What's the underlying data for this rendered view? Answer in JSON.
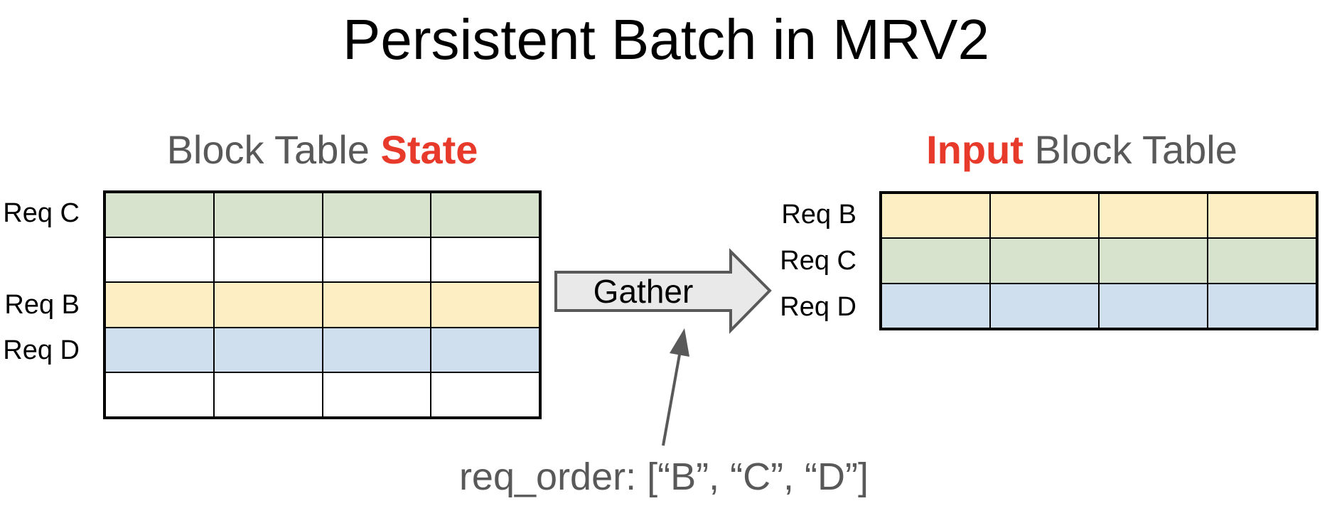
{
  "page_title": "Persistent Batch in MRV2",
  "left_panel": {
    "title_normal": "Block Table ",
    "title_accent": "State",
    "table": {
      "cols": 4,
      "rows": [
        {
          "label": "Req C",
          "color": "green"
        },
        {
          "label": "",
          "color": "white"
        },
        {
          "label": "Req B",
          "color": "yellow"
        },
        {
          "label": "Req D",
          "color": "blue"
        },
        {
          "label": "",
          "color": "white"
        }
      ]
    }
  },
  "gather_arrow": {
    "label": "Gather"
  },
  "right_panel": {
    "title_accent": "Input",
    "title_normal": " Block Table",
    "table": {
      "cols": 4,
      "rows": [
        {
          "label": "Req B",
          "color": "yellow"
        },
        {
          "label": "Req C",
          "color": "green"
        },
        {
          "label": "Req D",
          "color": "blue"
        }
      ]
    }
  },
  "annotation": {
    "text": "req_order: [“B”, “C”, “D”]"
  },
  "colors": {
    "accent_red": "#e83a2b",
    "gray_text": "#595959",
    "cell_green": "#d8e3ce",
    "cell_yellow": "#fdefc3",
    "cell_blue": "#cfdfee",
    "arrow_fill": "#e9e9e9",
    "arrow_border": "#595959"
  }
}
